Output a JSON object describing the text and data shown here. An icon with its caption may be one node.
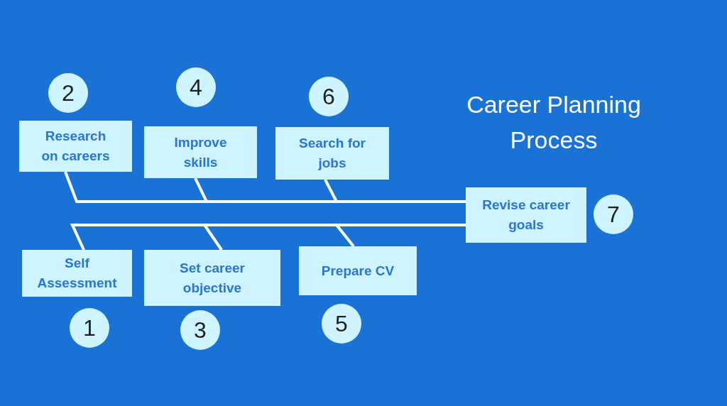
{
  "diagram": {
    "title": "Career Planning Process",
    "nodes": [
      {
        "text": [
          "Research on careers"
        ],
        "beside": [
          "2"
        ]
      },
      {
        "text": [
          "Improve skills"
        ],
        "beside": [
          "4"
        ]
      },
      {
        "text": [
          "Search for jobs"
        ],
        "beside": [
          "6"
        ]
      },
      {
        "text": [
          "Revise career goals"
        ],
        "beside": [
          "7"
        ]
      },
      {
        "text": [
          "Self Assessment"
        ],
        "beside": [
          "1"
        ]
      },
      {
        "text": [
          "Set career objective"
        ],
        "beside": [
          "3"
        ]
      },
      {
        "text": [
          "Prepare CV"
        ],
        "beside": [
          "5"
        ]
      }
    ],
    "edges": [
      {
        "from": 4,
        "to": 3,
        "arrow": "none"
      },
      {
        "from": 0,
        "to": 3,
        "arrow": "none"
      },
      {
        "from": 5,
        "to": 3,
        "arrow": "none"
      },
      {
        "from": 1,
        "to": 3,
        "arrow": "none"
      },
      {
        "from": 6,
        "to": 3,
        "arrow": "none"
      },
      {
        "from": 2,
        "to": 3,
        "arrow": "none"
      }
    ]
  }
}
